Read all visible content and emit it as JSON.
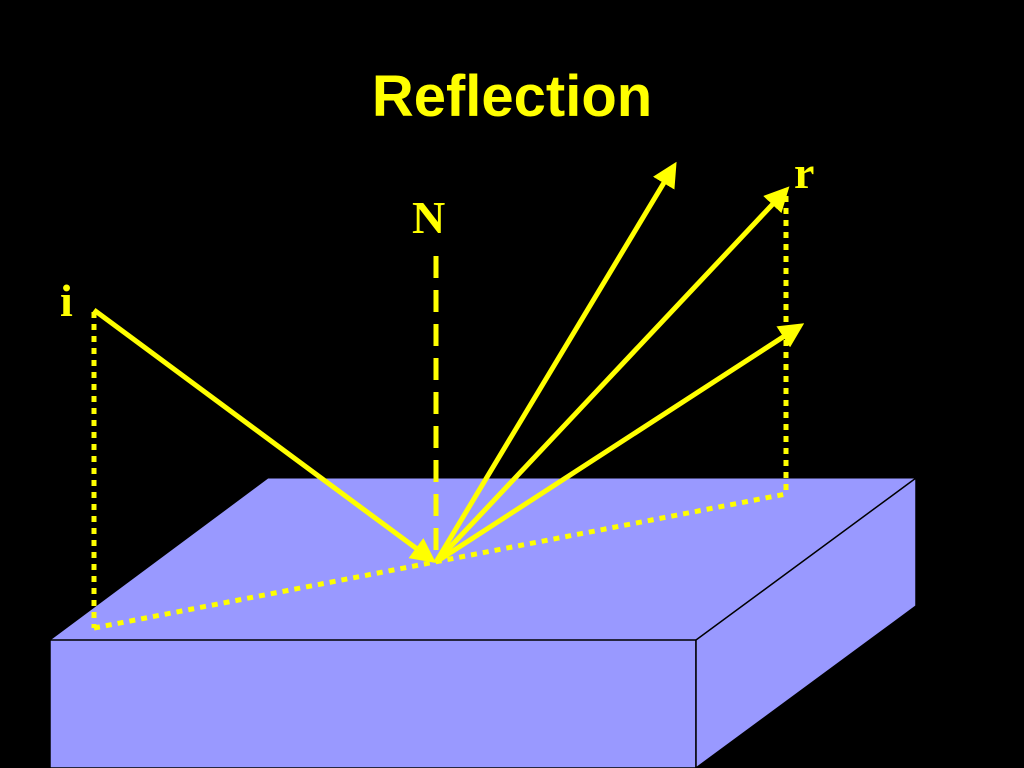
{
  "slide": {
    "title": "Reflection"
  },
  "labels": {
    "incident": "i",
    "normal": "N",
    "reflected": "r"
  },
  "colors": {
    "background": "#000000",
    "ray": "#FFFF00",
    "surface_top": "#9999FF",
    "surface_front": "#9999FF",
    "surface_side": "#9999FF",
    "surface_edge": "#000000"
  },
  "icons": {
    "ray_end": "arrowhead"
  }
}
